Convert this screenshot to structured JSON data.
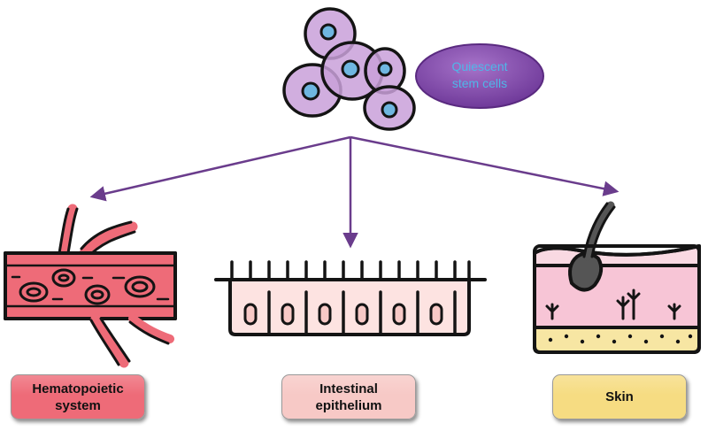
{
  "stem_cells": {
    "label_line1": "Quiescent",
    "label_line2": "stem cells"
  },
  "targets": [
    {
      "label_line1": "Hematopoietic",
      "label_line2": "system",
      "color": "#ee6b78"
    },
    {
      "label_line1": "Intestinal",
      "label_line2": "epithelium",
      "color": "#f7c9c6"
    },
    {
      "label_line1": "Skin",
      "label_line2": "",
      "color": "#f6dc82"
    }
  ],
  "colors": {
    "cell_fill": "#c9a0d9",
    "cell_nucleus": "#6fb6e0",
    "bubble": "#8a4fb3",
    "bubble_text": "#4fb6e8",
    "arrow": "#6a3c8c",
    "vessel": "#ee6b78",
    "intestine": "#fde3e1",
    "skin_pink": "#f7c5d6",
    "skin_fat": "#f7e6a3",
    "outline": "#141414"
  }
}
